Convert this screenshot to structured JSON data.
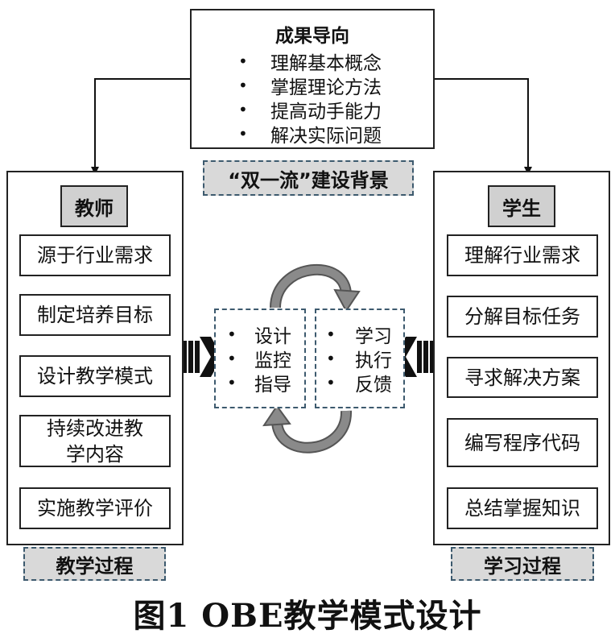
{
  "outcome": {
    "title": "成果导向",
    "items": [
      "理解基本概念",
      "掌握理论方法",
      "提高动手能力",
      "解决实际问题"
    ]
  },
  "background_label": "“双一流”建设背景",
  "teacher": {
    "header": "教师",
    "steps": [
      "源于行业需求",
      "制定培养目标",
      "设计教学模式",
      "持续改进教学内容",
      "实施教学评价"
    ],
    "footer": "教学过程"
  },
  "student": {
    "header": "学生",
    "steps": [
      "理解行业需求",
      "分解目标任务",
      "寻求解决方案",
      "编写程序代码",
      "总结掌握知识"
    ],
    "footer": "学习过程"
  },
  "center": {
    "teacher_actions": [
      "设计",
      "监控",
      "指导"
    ],
    "student_actions": [
      "学习",
      "执行",
      "反馈"
    ]
  },
  "caption": "图1 OBE教学模式设计",
  "bullet_symbol": "•"
}
